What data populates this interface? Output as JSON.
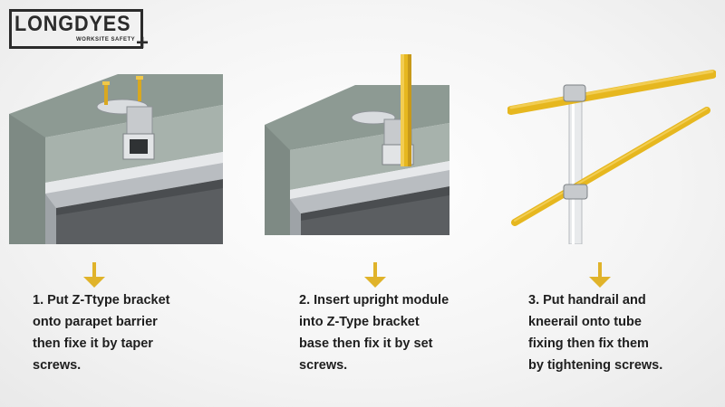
{
  "logo": {
    "main": "LONGDYES",
    "sub": "WORKSITE SAFETY",
    "plus": "+"
  },
  "colors": {
    "concrete_top": "#8d9a93",
    "concrete_front": "#a7b2ac",
    "steel": "#c8cbce",
    "rail_yellow": "#e6b71f",
    "arrow": "#e0b32a",
    "text": "#1e1e1e"
  },
  "steps": [
    {
      "text": "1. Put Z-Ttype bracket\n    onto parapet barrier\n    then fixe it by taper\n    screws."
    },
    {
      "text": "2. Insert upright module\n    into Z-Type bracket\n    base then fix it by set\n    screws."
    },
    {
      "text": "3. Put handrail and\n    kneerail onto tube\n    fixing then fix them\n    by tightening screws."
    }
  ]
}
